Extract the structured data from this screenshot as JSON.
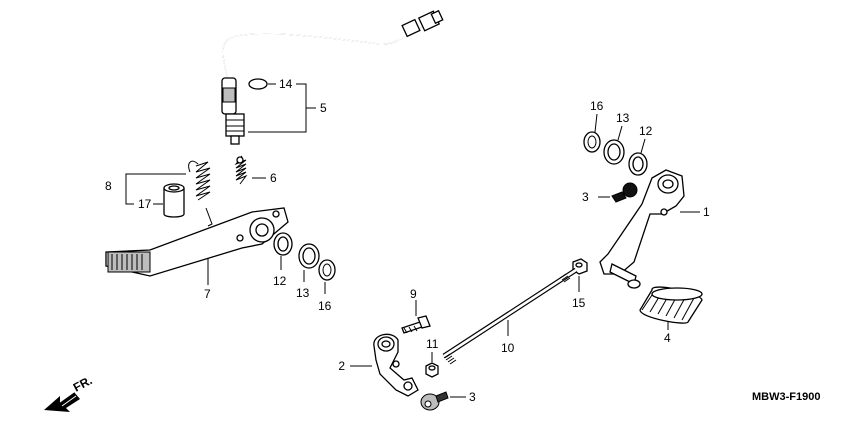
{
  "diagram": {
    "callouts": {
      "c1": "1",
      "c2": "2",
      "c3a": "3",
      "c3b": "3",
      "c4": "4",
      "c5": "5",
      "c6": "6",
      "c7": "7",
      "c8": "8",
      "c9": "9",
      "c10": "10",
      "c11": "11",
      "c12a": "12",
      "c12b": "12",
      "c13a": "13",
      "c13b": "13",
      "c14": "14",
      "c15": "15",
      "c16a": "16",
      "c16b": "16",
      "c17": "17"
    },
    "front_label": "FR.",
    "diagram_code": "MBW3-F1900"
  }
}
